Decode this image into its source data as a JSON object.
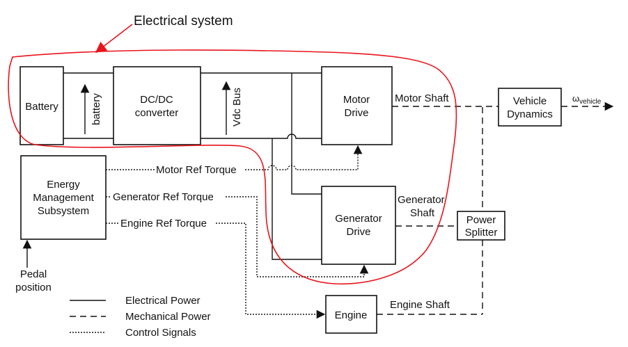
{
  "annotation": {
    "title": "Electrical system",
    "highlight_color": "#e8141b"
  },
  "blocks": {
    "battery": "Battery",
    "dcdc": [
      "DC/DC",
      "converter"
    ],
    "motor_drive": [
      "Motor",
      "Drive"
    ],
    "generator_drive": [
      "Generator",
      "Drive"
    ],
    "energy_mgmt": [
      "Energy",
      "Management",
      "Subsystem"
    ],
    "vehicle_dynamics": [
      "Vehicle",
      "Dynamics"
    ],
    "power_splitter": [
      "Power",
      "Splitter"
    ],
    "engine": "Engine"
  },
  "signals": {
    "battery_voltage": "battery",
    "vdc_bus": "Vdc Bus",
    "motor_ref_torque": "Motor Ref Torque",
    "generator_ref_torque": "Generator Ref Torque",
    "engine_ref_torque": "Engine Ref Torque",
    "motor_shaft": "Motor Shaft",
    "generator_shaft": [
      "Generator",
      "Shaft"
    ],
    "engine_shaft": "Engine Shaft",
    "omega_symbol": "ω",
    "omega_subscript": "vehicle",
    "pedal_position": [
      "Pedal",
      "position"
    ]
  },
  "legend": [
    {
      "style": "solid",
      "label": "Electrical Power"
    },
    {
      "style": "dashed",
      "label": "Mechanical Power"
    },
    {
      "style": "dotted",
      "label": "Control Signals"
    }
  ]
}
